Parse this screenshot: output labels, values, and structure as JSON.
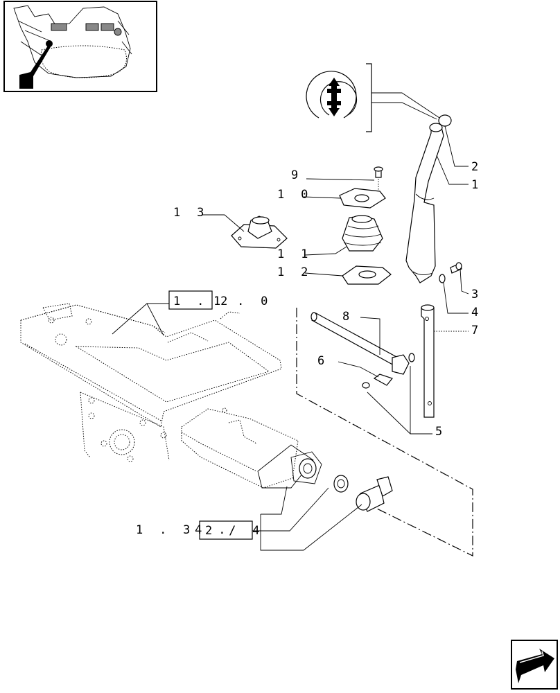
{
  "callouts": {
    "c1": "1",
    "c2": "2",
    "c3": "3",
    "c4": "4",
    "c5": "5",
    "c6": "6",
    "c7": "7",
    "c8": "8",
    "c9": "9",
    "c10": "1 0",
    "c11": "1 1",
    "c12": "1 2",
    "c13": "1 3"
  },
  "references": {
    "ref_a_boxed": "1 . 2",
    "ref_a_rest": "1 . 0",
    "ref_b_prefix": "1 . 34 .",
    "ref_b_boxed": "2 / 4"
  },
  "icons": {
    "thumbnail": "tractor-cab-floor-thumbnail",
    "gear_pattern": "shift-pattern-symbol-icon",
    "next_page": "next-page-arrow-icon"
  }
}
